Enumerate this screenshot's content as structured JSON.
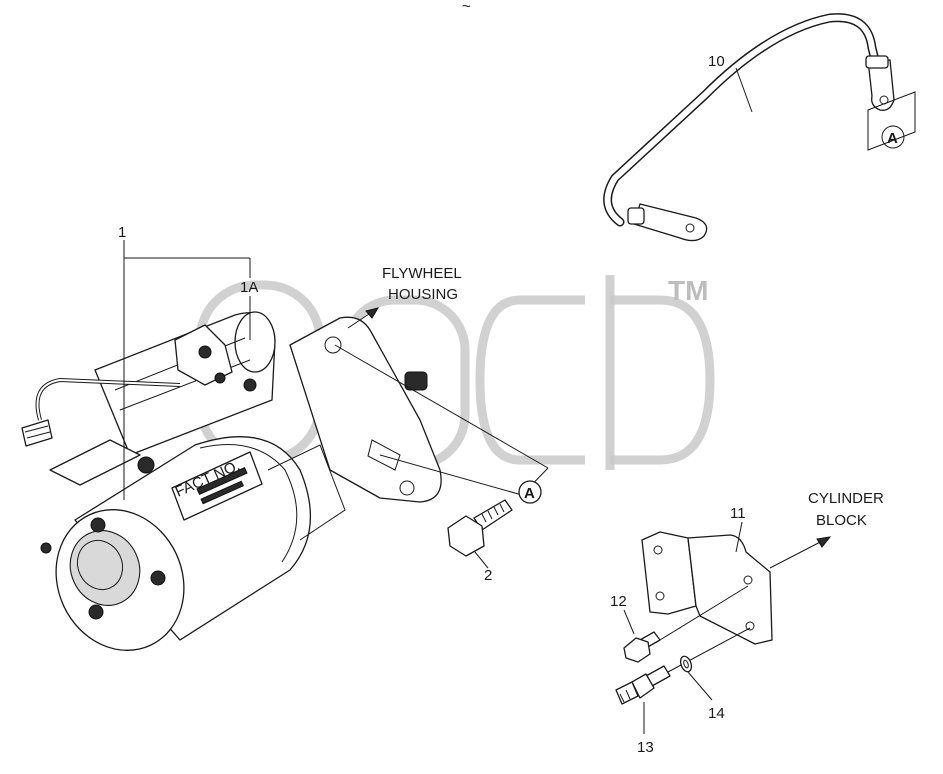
{
  "labels": {
    "flywheel_line1": "FLYWHEEL",
    "flywheel_line2": "HOUSING",
    "cylinder_line1": "CYLINDER",
    "cylinder_line2": "BLOCK",
    "ref_a": "A",
    "tm": "TM",
    "tiny_top": "~",
    "starter_plate": "FACT NO."
  },
  "callouts": {
    "c1": "1",
    "c1a": "1A",
    "c2": "2",
    "c10": "10",
    "c11": "11",
    "c12": "12",
    "c13": "13",
    "c14": "14"
  }
}
